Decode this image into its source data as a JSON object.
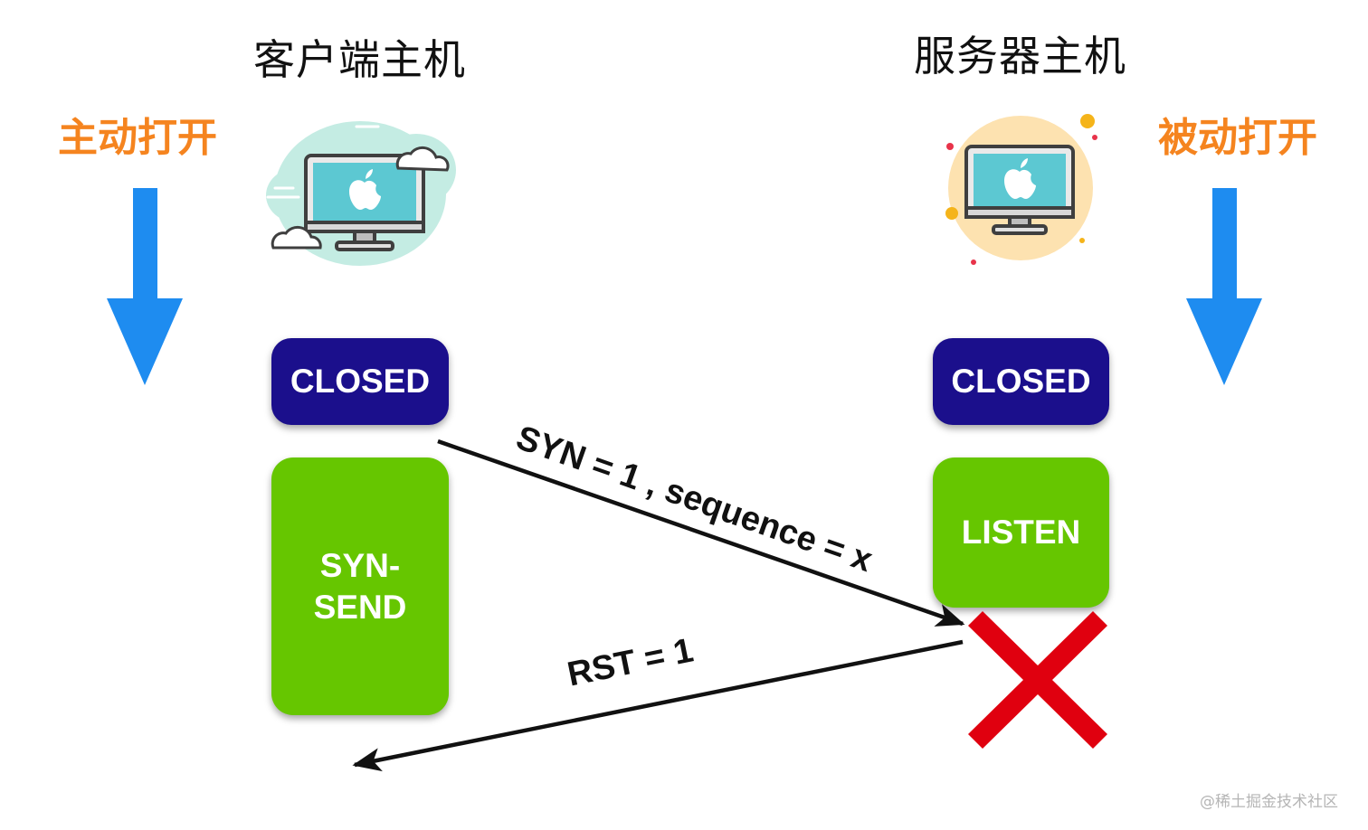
{
  "client": {
    "title": "客户端主机",
    "open_label": "主动打开",
    "states": {
      "closed": "CLOSED",
      "syn_send_line1": "SYN-",
      "syn_send_line2": "SEND"
    }
  },
  "server": {
    "title": "服务器主机",
    "open_label": "被动打开",
    "states": {
      "closed": "CLOSED",
      "listen": "LISTEN"
    }
  },
  "messages": {
    "syn": "SYN = 1 , sequence = x",
    "rst": "RST = 1"
  },
  "watermark": "@稀土掘金技术社区",
  "colors": {
    "closed_bg": "#1b0f8c",
    "state_green": "#66c600",
    "open_label": "#f5841f",
    "arrow_blue": "#1e8cf0",
    "cross_red": "#e0000f"
  },
  "icons": {
    "client": "computer-cloud-icon",
    "server": "computer-sun-icon",
    "failure": "red-cross-icon"
  }
}
